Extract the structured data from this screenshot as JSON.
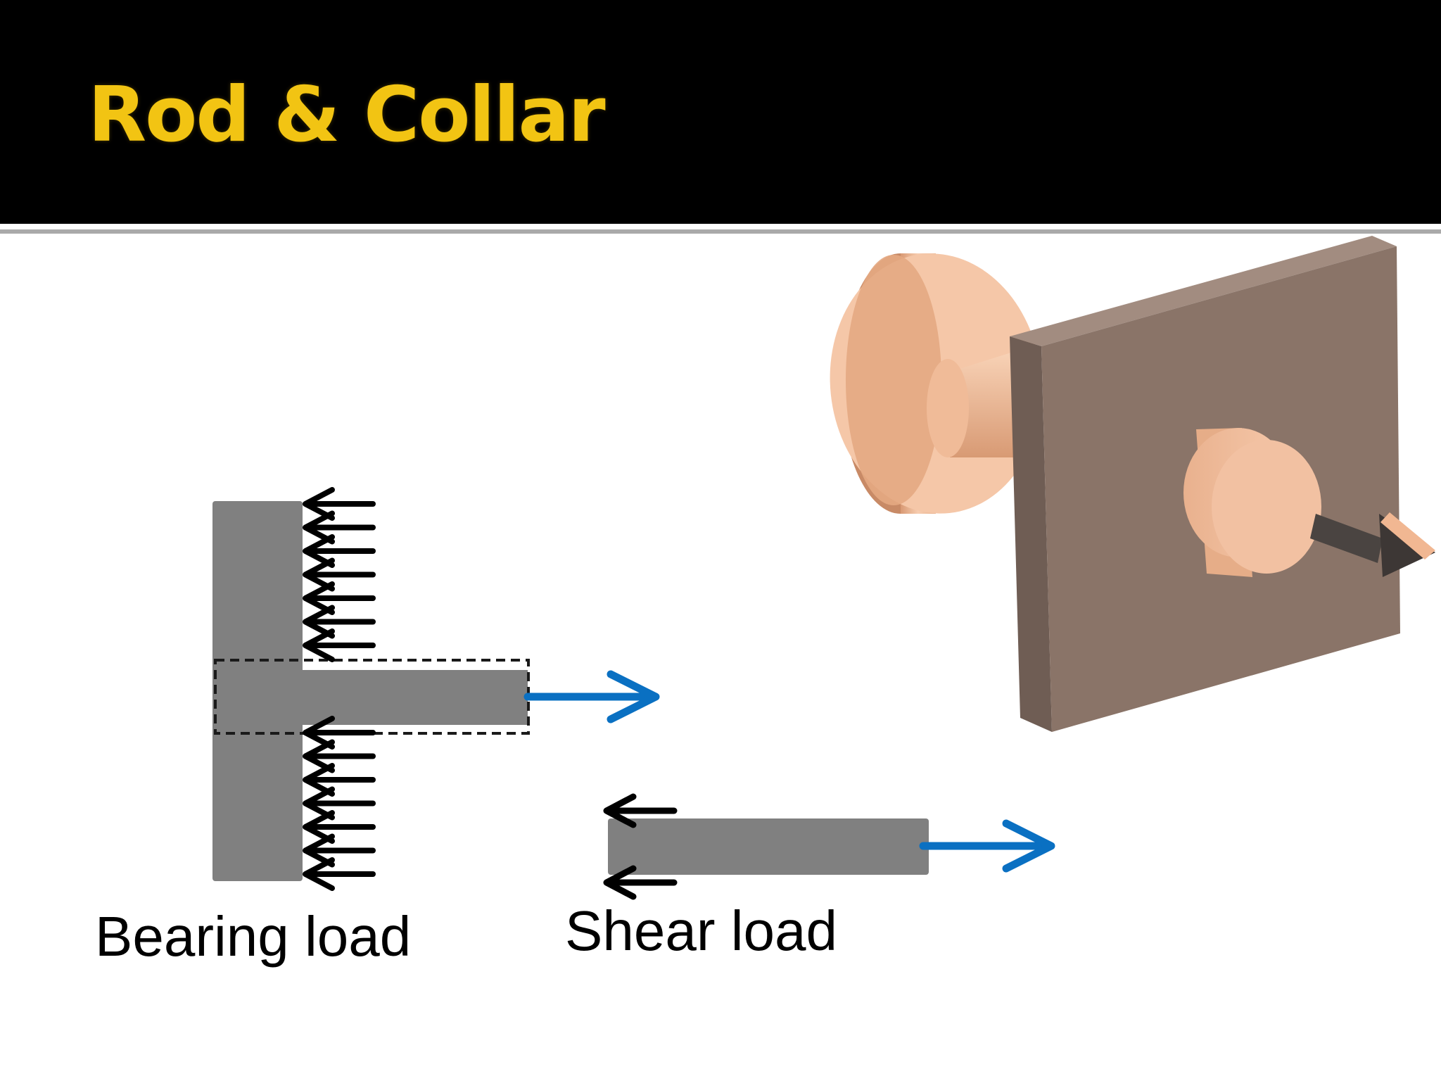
{
  "title": "Rod & Collar",
  "captions": {
    "bearing": "Bearing load",
    "shear": "Shear load"
  },
  "colors": {
    "title_text": "#f2c413",
    "member_gray": "#808080",
    "load_arrow_blue": "#0a70c2",
    "reaction_arrow_black": "#000000",
    "plate_brown": "#8a7468",
    "collar_peach": "#f3c3a3"
  }
}
